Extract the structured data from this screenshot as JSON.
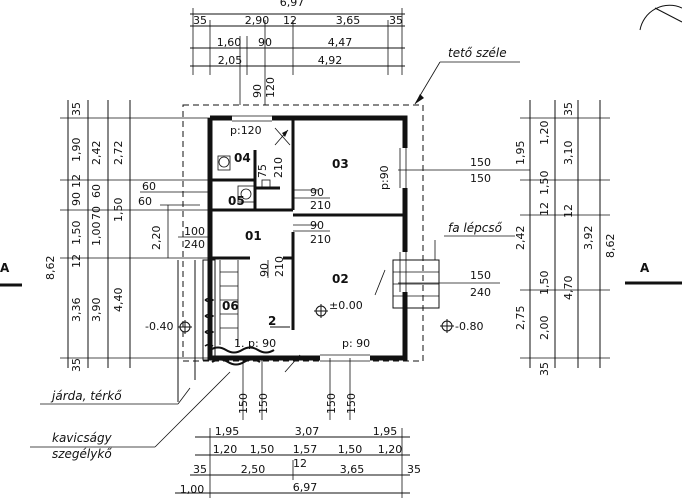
{
  "dims_top": {
    "row0": "6,97",
    "row1": [
      "35",
      "2,90",
      "12",
      "3,65",
      "35"
    ],
    "row2": [
      "1,60",
      "90",
      "4,47"
    ],
    "row3": [
      "2,05",
      "4,92"
    ],
    "v_left": "90",
    "v_right": "120"
  },
  "dims_bottom": {
    "row0": [
      "1,95",
      "3,07",
      "1,95"
    ],
    "row1": [
      "1,20",
      "1,50",
      "1,57",
      "1,50",
      "1,20"
    ],
    "row2": [
      "35",
      "2,50",
      "12",
      "3,65",
      "35"
    ],
    "row3": [
      "1,00",
      "6,97"
    ],
    "v_labels": [
      "150",
      "150",
      "150",
      "150"
    ]
  },
  "dims_left": {
    "outer": "8,62",
    "col1": [
      "35",
      "12",
      "1,50",
      "12",
      "3,36",
      "35"
    ],
    "col1b": [
      "1,90",
      "90",
      "1,50"
    ],
    "col2": [
      "2,42",
      "1,00",
      "70",
      "60",
      "3,90"
    ],
    "col3": [
      "2,72",
      "1,50",
      "4,40"
    ],
    "side": [
      "60",
      "60",
      "2,20"
    ]
  },
  "dims_right": {
    "col1": [
      "1,95",
      "2,42",
      "2,75"
    ],
    "col2": [
      "1,20",
      "1,50",
      "12",
      "1,50",
      "2,00",
      "35"
    ],
    "col3": [
      "35",
      "3,10",
      "12",
      "4,70"
    ],
    "col4": [
      "3,92",
      "8,62"
    ]
  },
  "rooms": [
    {
      "id": "04"
    },
    {
      "id": "03"
    },
    {
      "id": "05"
    },
    {
      "id": "01"
    },
    {
      "id": "02"
    },
    {
      "id": "06"
    }
  ],
  "openings": {
    "p120": "p:120",
    "p90_room03": "p:90",
    "p90_bottom_left": "1. p: 90",
    "p90_bottom_right": "p: 90",
    "w150_150": [
      "150",
      "150"
    ],
    "w150_240": [
      "150",
      "240"
    ],
    "d90_210_a": [
      "90",
      "210"
    ],
    "d90_210_b": [
      "90",
      "210"
    ],
    "d100_240": [
      "100",
      "240"
    ],
    "d90_210_c": [
      "90",
      "210"
    ],
    "d75_210": [
      "75",
      "210"
    ],
    "stair_step": "2"
  },
  "levels": {
    "floor": "±0.00",
    "left": "-0.40",
    "right": "-0.80"
  },
  "labels": {
    "roof_edge": "tető széle",
    "wood_stair": "fa lépcső",
    "walkway": "járda, térkő",
    "gravel_bed": "kavicságy",
    "edge_stone": "szegélykő",
    "section_left": "A",
    "section_right": "A"
  }
}
